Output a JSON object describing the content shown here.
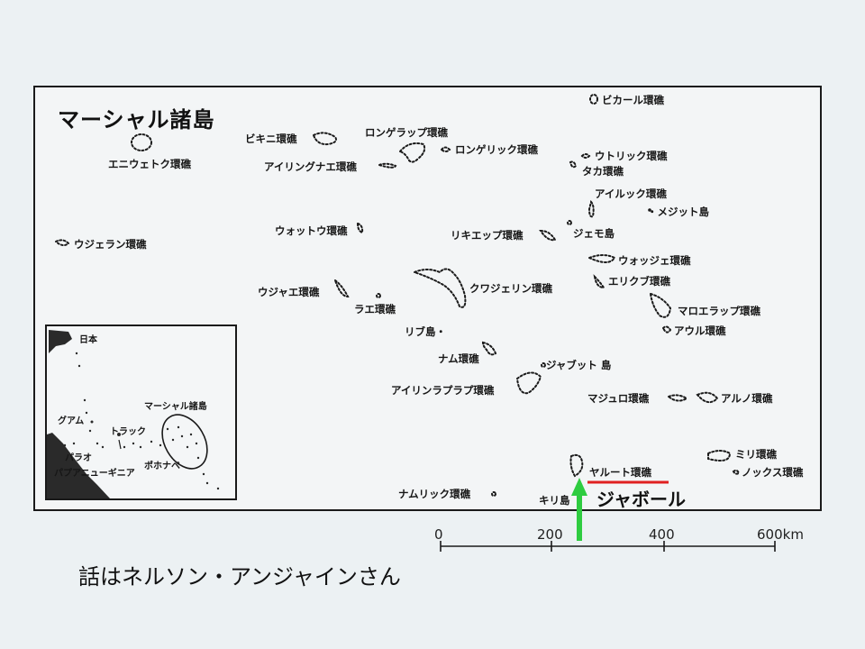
{
  "map": {
    "title": "マーシャル諸島",
    "labels": {
      "bikar": "ビカール環礁",
      "bikini": "ビキニ環礁",
      "rongelap": "ロンゲラップ環礁",
      "enewetak": "エニウェトク環礁",
      "rongerik": "ロンゲリック環礁",
      "utirik": "ウトリック環礁",
      "taka": "タカ環礁",
      "ailinginae": "アイリングナエ環礁",
      "ailuk": "アイルック環礁",
      "mejit": "・メジット島",
      "ujelang": "ウジェラン環礁",
      "wotho": "ウォットウ環礁",
      "likiep": "リキエップ環礁",
      "jemo": "ジェモ島",
      "wotje": "ウォッジェ環礁",
      "erikub": "エリクブ環礁",
      "ujae": "ウジャエ環礁",
      "kwajalein": "クワジェリン環礁",
      "lae": "ラエ環礁",
      "maloelap": "マロエラップ環礁",
      "lib": "リブ島・",
      "aur": "アウル環礁",
      "namu": "ナム環礁",
      "jabwot": "ジャブット 島",
      "ailinglaplap": "アイリンラプラプ環礁",
      "majuro": "マジュロ環礁",
      "arno": "アルノ環礁",
      "mili": "ミリ環礁",
      "knox": "ノックス環礁",
      "jaluit": "ヤルート環礁",
      "namorik": "ナムリック環礁",
      "kili": "キリ島",
      "jabor": "ジャボール"
    },
    "inset": {
      "japan": "日本",
      "guam": "グアム",
      "marshall": "マーシャル諸島",
      "truk": "トラック",
      "palau": "パラオ",
      "pohnpei": "ポホナペ",
      "png": "パプアニューギニア"
    },
    "annotation_colors": {
      "underline": "#e02020",
      "arrow": "#2ecc40"
    }
  },
  "scale": {
    "ticks": [
      "0",
      "200",
      "400",
      "600km"
    ]
  },
  "caption": "話はネルソン・アンジャインさん"
}
